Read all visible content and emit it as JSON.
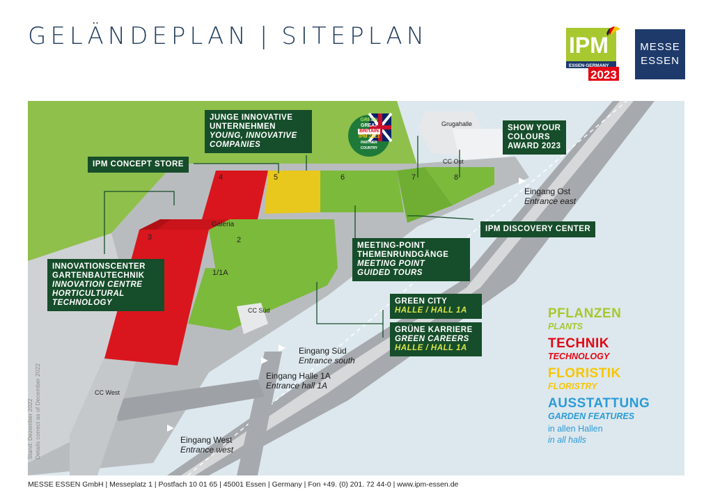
{
  "header": {
    "title_de": "GELÄNDEPLAN",
    "separator": "|",
    "title_en": "SITEPLAN"
  },
  "logo_ipm": {
    "name": "IPM",
    "sub": "ESSEN·GERMANY",
    "year": "2023"
  },
  "logo_messe": {
    "line1": "MESSE",
    "line2": "ESSEN"
  },
  "partner_badge": {
    "line1": "GREEN",
    "line2": "GREAT",
    "line3": "BRITAIN",
    "line4": "IPM 2023",
    "line5": "PARTNER",
    "line6": "COUNTRY"
  },
  "halls": {
    "h1": "1/1A",
    "h2": "2",
    "h3": "3",
    "h4": "4",
    "h5": "5",
    "h6": "6",
    "h7": "7",
    "h8": "8"
  },
  "buildings": {
    "galeria": "Galeria",
    "grugahalle": "Grugahalle",
    "cc_ost": "CC Ost",
    "cc_sued": "CC Süd",
    "cc_west": "CC West"
  },
  "callouts": {
    "junge": {
      "de1": "JUNGE INNOVATIVE",
      "de2": "UNTERNEHMEN",
      "en1": "YOUNG, INNOVATIVE",
      "en2": "COMPANIES"
    },
    "concept_store": "IPM CONCEPT STORE",
    "show_colours": {
      "l1": "SHOW YOUR",
      "l2": "COLOURS",
      "l3": "AWARD 2023"
    },
    "discovery": "IPM DISCOVERY CENTER",
    "meeting": {
      "de1": "MEETING-POINT",
      "de2": "THEMENRUNDGÄNGE",
      "en1": "MEETING POINT",
      "en2": "GUIDED TOURS"
    },
    "innovation": {
      "de1": "INNOVATIONSCENTER",
      "de2": "GARTENBAUTECHNIK",
      "en1": "INNOVATION CENTRE",
      "en2": "HORTICULTURAL",
      "en3": "TECHNOLOGY"
    },
    "green_city": {
      "de": "GREEN CITY",
      "hall": "HALLE / HALL 1A"
    },
    "careers": {
      "de": "GRÜNE KARRIERE",
      "en": "GREEN CAREERS",
      "hall": "HALLE / HALL 1A"
    }
  },
  "entrances": {
    "ost_de": "Eingang Ost",
    "ost_en": "Entrance east",
    "sued_de": "Eingang Süd",
    "sued_en": "Entrance south",
    "halle1a_de": "Eingang Halle 1A",
    "halle1a_en": "Entrance hall 1A",
    "west_de": "Eingang West",
    "west_en": "Entrance west"
  },
  "legend": {
    "pflanzen": "PFLANZEN",
    "plants": "PLANTS",
    "technik": "TECHNIK",
    "technology": "TECHNOLOGY",
    "floristik": "FLORISTIK",
    "floristry": "FLORISTRY",
    "ausstattung": "AUSSTATTUNG",
    "garden": "GARDEN FEATURES",
    "all_de": "in allen Hallen",
    "all_en": "in all halls"
  },
  "stand": {
    "de": "Stand: Dezember 2022",
    "en": "Details correct as of December 2022"
  },
  "footer": {
    "text": "MESSE ESSEN GmbH | Messeplatz 1 | Postfach 10 01 65 | 45001 Essen | Germany | Fon +49. (0) 201. 72 44-0 | www.ipm-essen.de"
  },
  "colors": {
    "plants": "#a7c82e",
    "technology": "#e30613",
    "floristry": "#f7c600",
    "garden": "#2b9bd6",
    "callout_bg": "#164d2a",
    "green_hall": "#7cba3c",
    "red_hall": "#d9161d",
    "yellow_hall": "#e8c81c"
  }
}
